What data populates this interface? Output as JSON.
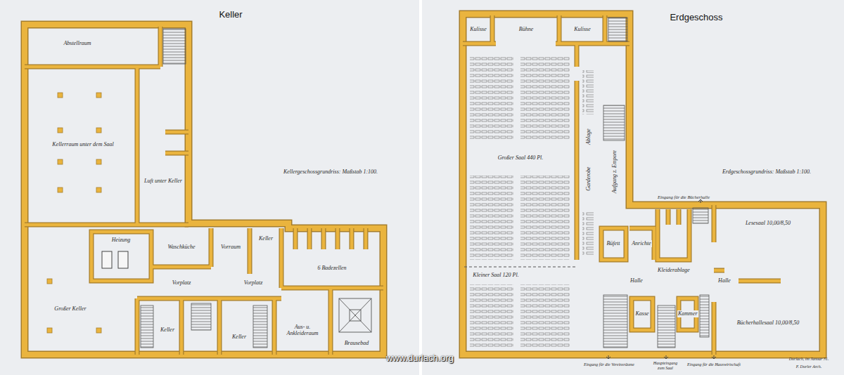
{
  "diagram": {
    "nodes": [
      {
        "text": [
          "Keller"
        ]
      },
      {
        "text": [
          "Abstellraum"
        ],
        "in": 0
      },
      {
        "text": [
          "Kellerraum unter dem Saal"
        ],
        "in": 0
      },
      {
        "text": [
          "Luft unter Keller"
        ],
        "in": 0
      },
      {
        "text": [
          "Heizung"
        ],
        "in": 0
      },
      {
        "text": [
          "Waschküche"
        ],
        "in": 0
      },
      {
        "text": [
          "Vorraum"
        ],
        "in": 0
      },
      {
        "text": [
          "Keller"
        ],
        "in": 0
      },
      {
        "text": [
          "6 Badezellen"
        ],
        "in": 0
      },
      {
        "text": [
          "Großer Keller"
        ],
        "in": 0
      },
      {
        "text": [
          "Vorplatz"
        ],
        "in": 0
      },
      {
        "text": [
          "Vorplatz"
        ],
        "in": 0
      },
      {
        "text": [
          "Keller"
        ],
        "in": 0
      },
      {
        "text": [
          "Keller"
        ],
        "in": 0
      },
      {
        "text": [
          "Aus- u. Ankleideraum"
        ],
        "in": 0
      },
      {
        "text": [
          "Brausebad"
        ],
        "in": 0
      },
      {
        "text": [
          "Erdgeschoss"
        ]
      },
      {
        "text": [
          "Kulisse"
        ],
        "in": 16
      },
      {
        "text": [
          "Bühne"
        ],
        "in": 16
      },
      {
        "text": [
          "Kulisse"
        ],
        "in": 16
      },
      {
        "text": [
          "Großer Saal 440 Pl."
        ],
        "in": 16
      },
      {
        "text": [
          "Ablage"
        ],
        "in": 16
      },
      {
        "text": [
          "Aufgang z. Empore"
        ],
        "in": 16
      },
      {
        "text": [
          "Garderobe"
        ],
        "in": 16
      },
      {
        "text": [
          "Kleiner Saal 120 Pl."
        ],
        "in": 16
      },
      {
        "text": [
          "Lesesaal 10,00/8,50"
        ],
        "in": 16
      },
      {
        "text": [
          "Büfett"
        ],
        "in": 16
      },
      {
        "text": [
          "Anrichte"
        ],
        "in": 16
      },
      {
        "text": [
          "Kleiderablage"
        ],
        "in": 16
      },
      {
        "text": [
          "Halle"
        ],
        "in": 16
      },
      {
        "text": [
          "Halle"
        ],
        "in": 16
      },
      {
        "text": [
          "Kasse"
        ],
        "in": 16
      },
      {
        "text": [
          "Kammer"
        ],
        "in": 16
      },
      {
        "text": [
          "Bücherhallesaal 10,00/8,50"
        ],
        "in": 16
      }
    ],
    "labels": [
      "Kellergeschossgrundriss: Maßstab 1:100.",
      "Erdgeschossgrundriss: Maßstab 1:100.",
      "Eingang für die Bücherhalle",
      "Eingang für die Vereinsräume",
      "Haupteingang zum Saal",
      "Eingang für die Hauswirtschaft",
      "Durlach, im Januar 31.",
      "F. Durler Arch.",
      "www.durlach.org"
    ]
  }
}
